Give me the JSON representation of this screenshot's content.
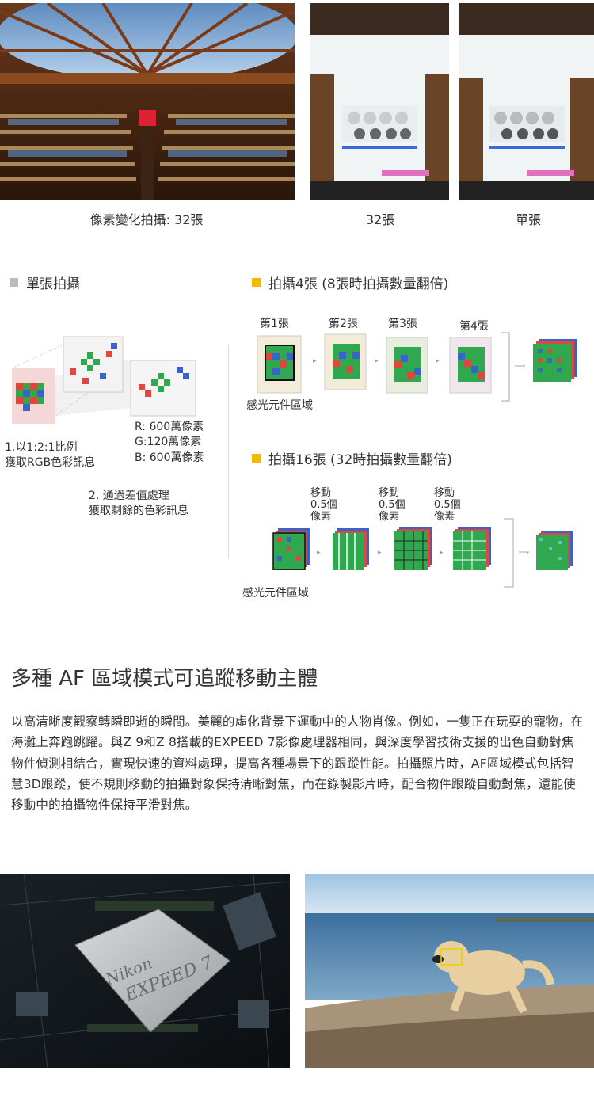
{
  "top_captions": {
    "library": "像素變化拍攝: 32張",
    "shot32": "32張",
    "single": "單張"
  },
  "single_section": {
    "title": "單張拍攝",
    "step1_line1": "1.以1:2:1比例",
    "step1_line2": "獲取RGB色彩訊息",
    "r": "R: 600萬像素",
    "g": "G:120萬像素",
    "b": "B: 600萬像素",
    "step2_line1": "2. 通過差值處理",
    "step2_line2": "獲取剩餘的色彩訊息"
  },
  "four_section": {
    "title": "拍攝4張 (8張時拍攝數量翻倍)",
    "frames": [
      "第1張",
      "第2張",
      "第3張",
      "第4張"
    ],
    "sensor_label": "感光元件區域"
  },
  "sixteen_section": {
    "title": "拍攝16張 (32時拍攝數量翻倍)",
    "moves": [
      [
        "移動",
        "0.5個",
        "像素"
      ],
      [
        "移動",
        "0.5個",
        "像素"
      ],
      [
        "移動",
        "0.5個",
        "像素"
      ]
    ],
    "sensor_label": "感光元件區域"
  },
  "af": {
    "heading": "多種 AF 區域模式可追蹤移動主體",
    "paragraph": "以高清晰度觀察轉瞬即逝的瞬間。美麗的虛化背景下運動中的人物肖像。例如，一隻正在玩耍的寵物，在海灘上奔跑跳躍。與Z 9和Z 8搭載的EXPEED 7影像處理器相同，與深度學習技術支援的出色自動對焦物件偵測相結合，實現快速的資料處理，提高各種場景下的跟蹤性能。拍攝照片時，AF區域模式包括智慧3D跟蹤，使不規則移動的拍攝對象保持清晰對焦，而在錄製影片時，配合物件跟蹤自動對焦，還能使移動中的拍攝物件保持平滑對焦。"
  },
  "chip": {
    "brand": "Nikon",
    "model": "EXPEED 7"
  },
  "colors": {
    "accent_square": "#f5b800",
    "gray_square": "#bbbbbb",
    "red": "#e0473c",
    "green": "#2fa84f",
    "blue": "#3a63c9"
  }
}
